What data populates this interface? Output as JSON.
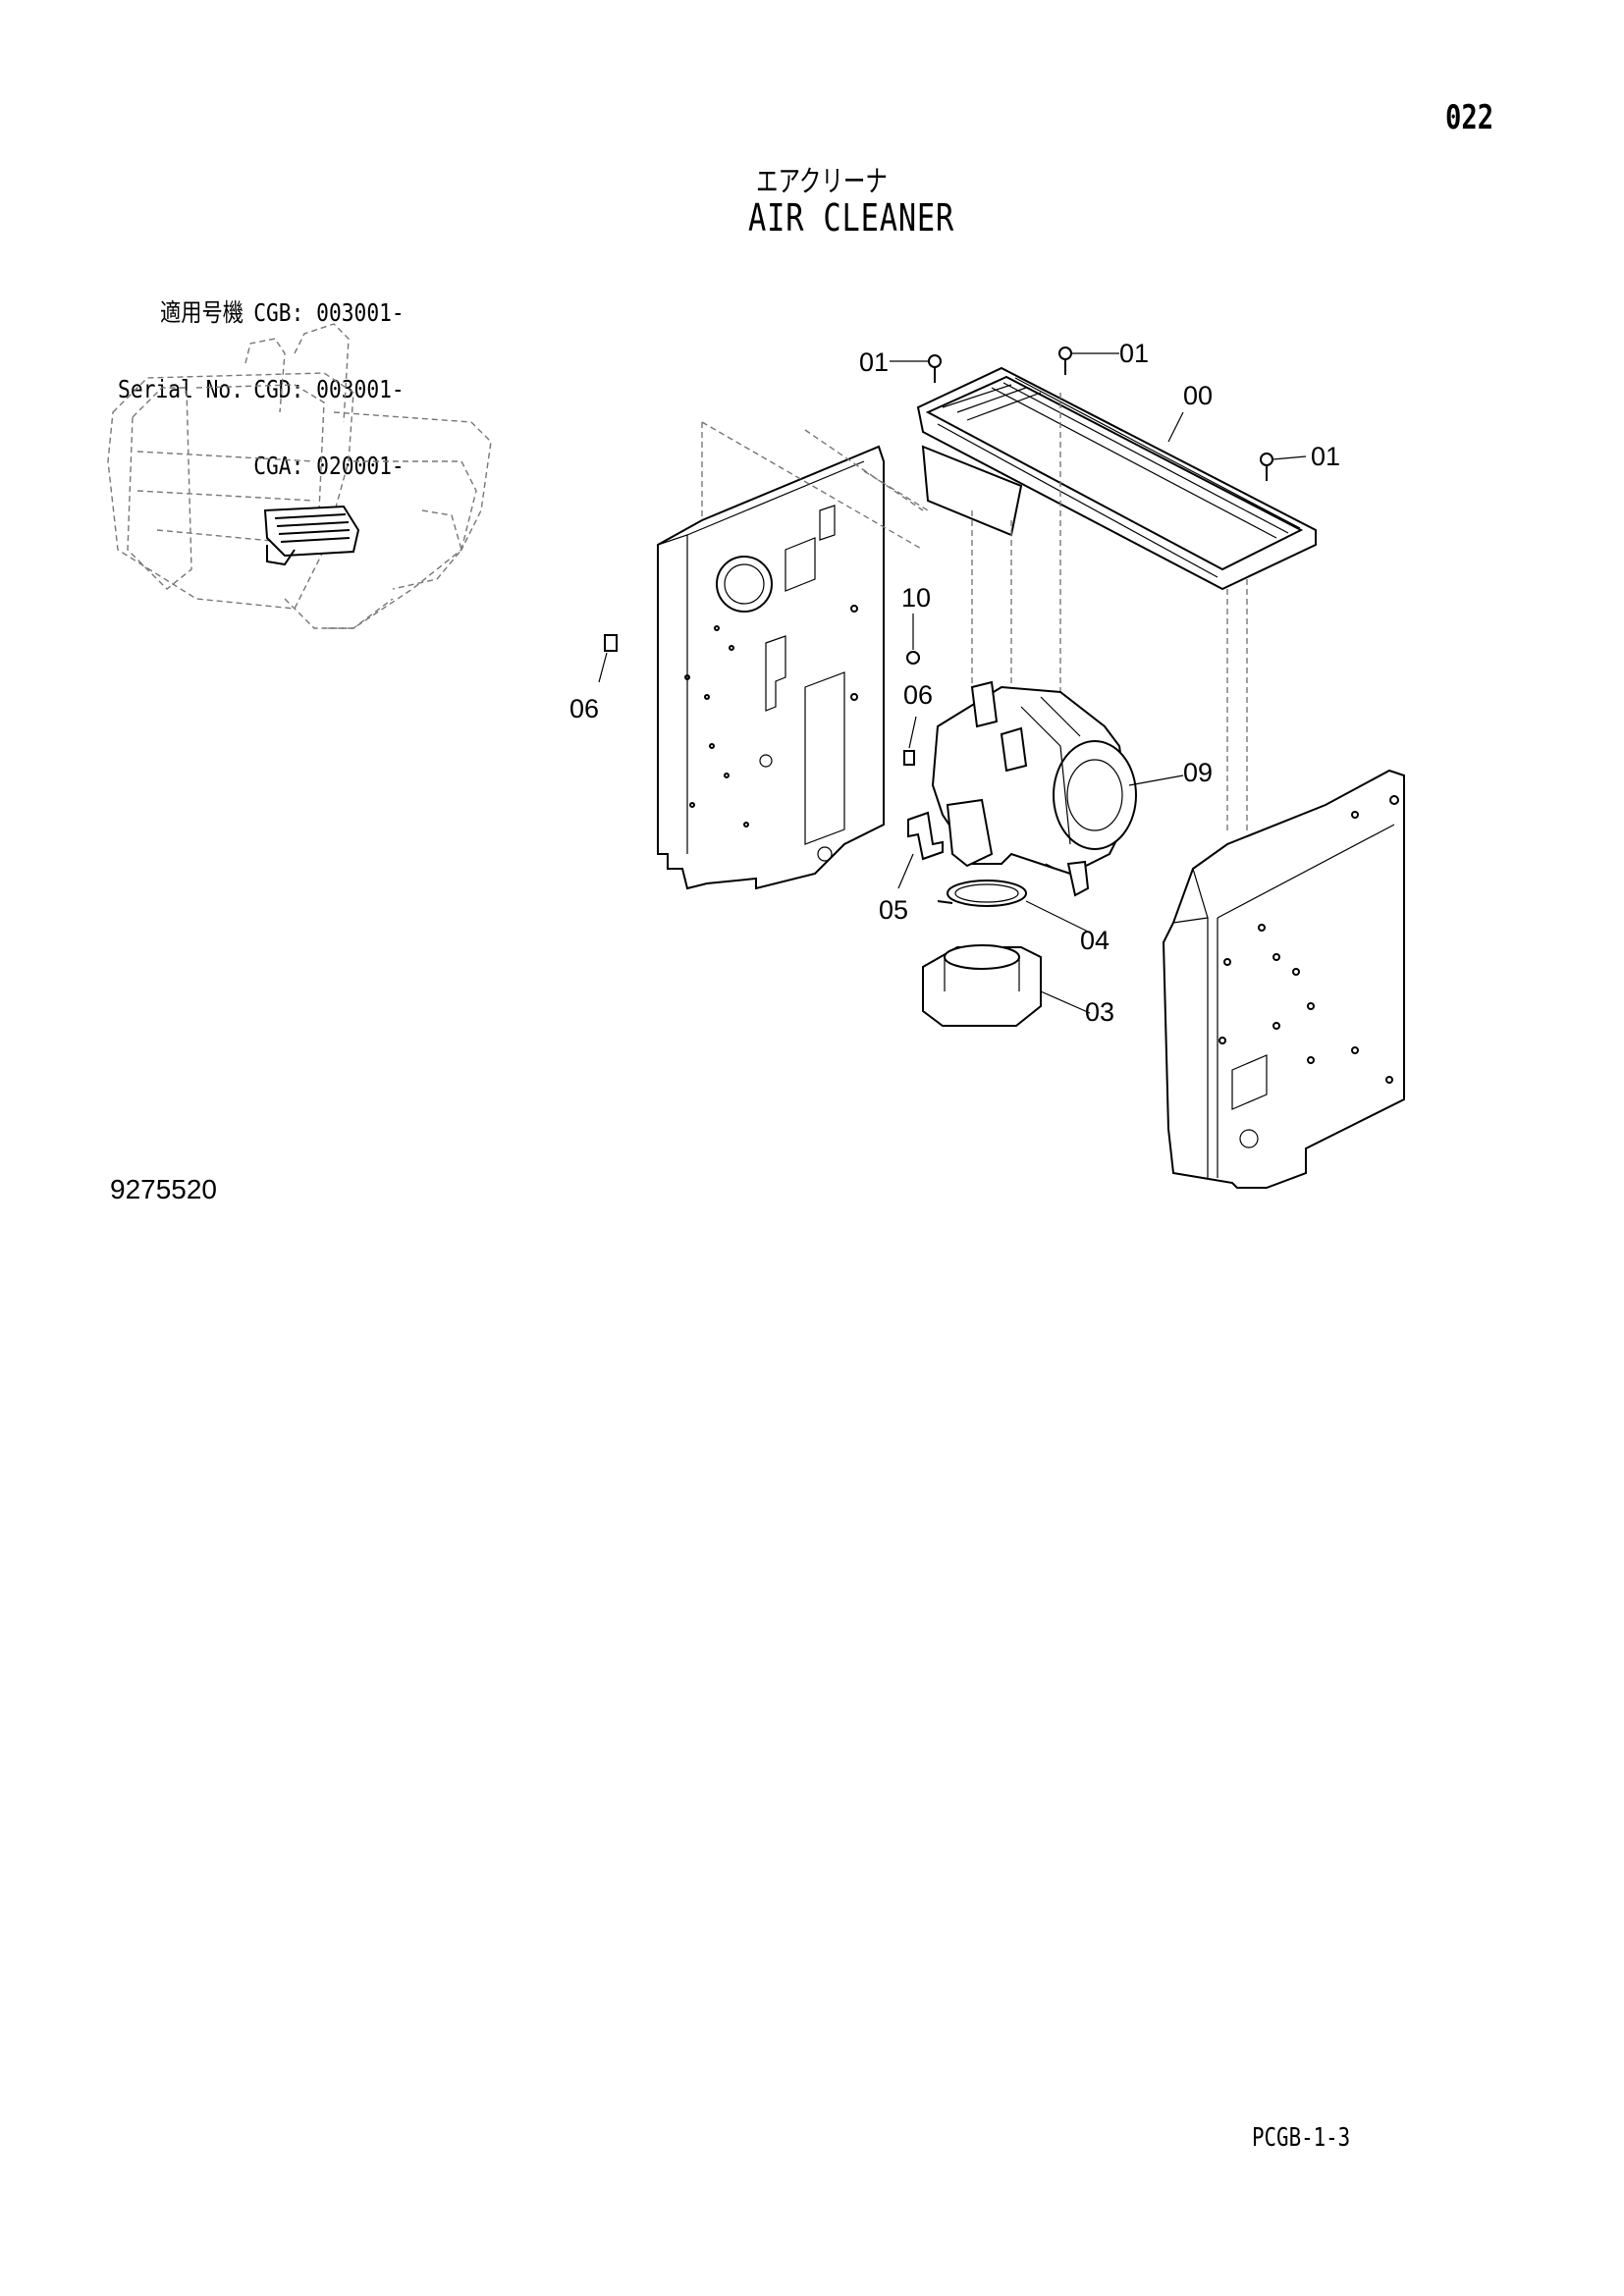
{
  "header": {
    "page_number": "022",
    "title_jp": "エアクリーナ",
    "title_en": "AIR CLEANER"
  },
  "serial": {
    "rows": [
      {
        "label": "適用号機",
        "value": "CGB: 003001-"
      },
      {
        "label": "Serial No.",
        "value": "CGD: 003001-"
      },
      {
        "label": "",
        "value": "CGA: 020001-"
      }
    ]
  },
  "drawing_number": "9275520",
  "footer": {
    "page_code": "PCGB-1-3"
  },
  "callouts": {
    "c01_left": "01",
    "c01_mid": "01",
    "c00": "00",
    "c01_right": "01",
    "c10": "10",
    "c06_left": "06",
    "c06_mid": "06",
    "c09": "09",
    "c05": "05",
    "c04": "04",
    "c03": "03"
  }
}
